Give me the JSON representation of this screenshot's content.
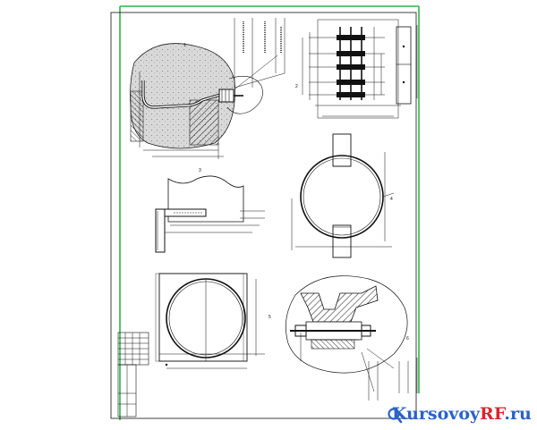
{
  "drawing": {
    "view_marks": [
      "1",
      "2",
      "3",
      "4",
      "5",
      "6"
    ],
    "watermark": {
      "domain": "KursovoyRF.ru",
      "prefix": "Kursovoy",
      "highlight": "RF",
      "suffix": ".ru"
    },
    "colors": {
      "frame": "#2fb24a",
      "line": "#111111",
      "hatch_fill": "#9a9a9a",
      "zone": "#dcdcdc",
      "watermark_blue": "#2a62c9",
      "watermark_red": "#d6262e"
    }
  }
}
